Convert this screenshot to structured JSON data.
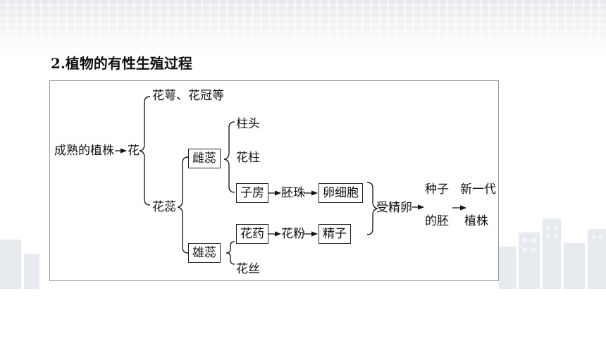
{
  "title": "2.植物的有性生殖过程",
  "diagram": {
    "root": "成熟的植株",
    "flower": "花",
    "sepal_petal": "花萼、花冠等",
    "stamen_pistil": "花蕊",
    "pistil": "雌蕊",
    "stigma": "柱头",
    "style": "花柱",
    "ovary": "子房",
    "ovule": "胚珠",
    "egg": "卵细胞",
    "stamen": "雄蕊",
    "anther": "花药",
    "pollen": "花粉",
    "sperm": "精子",
    "filament": "花丝",
    "fertilized_egg": "受精卵",
    "seed_embryo_line1": "种子",
    "seed_embryo_line2": "的胚",
    "new_plant_line1": "新一代",
    "new_plant_line2": "植株"
  }
}
